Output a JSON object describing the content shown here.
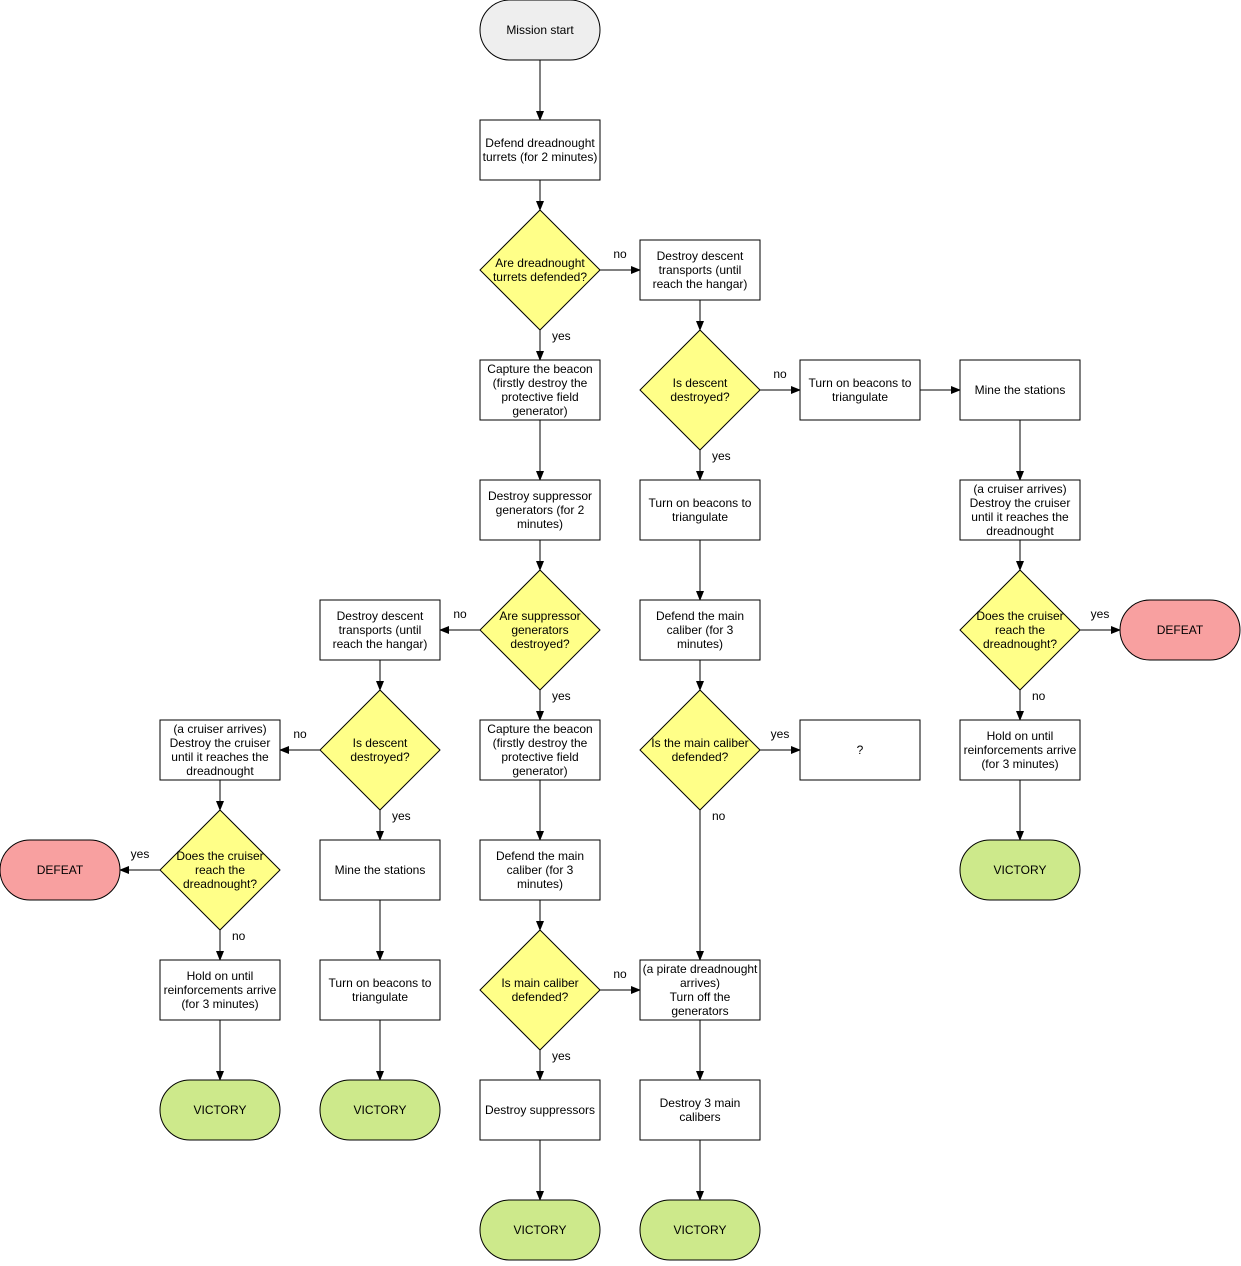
{
  "colors": {
    "process_fill": "#ffffff",
    "decision_fill": "#ffff88",
    "start_fill": "#eeeeee",
    "victory_fill": "#cde98b",
    "defeat_fill": "#f8a0a0",
    "stroke": "#000000"
  },
  "nodes": {
    "start": {
      "shape": "terminal",
      "kind": "start",
      "lines": [
        "Mission start"
      ]
    },
    "defend_turrets": {
      "shape": "process",
      "lines": [
        "Defend dreadnought",
        "turrets (for 2 minutes)"
      ]
    },
    "q_turrets": {
      "shape": "decision",
      "lines": [
        "Are dreadnought",
        "turrets defended?"
      ]
    },
    "capture_beacon_1": {
      "shape": "process",
      "lines": [
        "Capture the beacon",
        "(firstly destroy the",
        "protective field",
        "generator)"
      ]
    },
    "destroy_suppressor_gen": {
      "shape": "process",
      "lines": [
        "Destroy suppressor",
        "generators (for 2",
        "minutes)"
      ]
    },
    "q_suppressor": {
      "shape": "decision",
      "lines": [
        "Are suppressor",
        "generators",
        "destroyed?"
      ]
    },
    "capture_beacon_2": {
      "shape": "process",
      "lines": [
        "Capture the beacon",
        "(firstly destroy the",
        "protective field",
        "generator)"
      ]
    },
    "defend_caliber_left": {
      "shape": "process",
      "lines": [
        "Defend the main",
        "caliber (for 3",
        "minutes)"
      ]
    },
    "q_caliber_left": {
      "shape": "decision",
      "lines": [
        "Is main caliber",
        "defended?"
      ]
    },
    "destroy_suppressors": {
      "shape": "process",
      "lines": [
        "Destroy suppressors"
      ]
    },
    "victory_center": {
      "shape": "terminal",
      "kind": "victory",
      "lines": [
        "VICTORY"
      ]
    },
    "destroy_transports_right": {
      "shape": "process",
      "lines": [
        "Destroy descent",
        "transports (until",
        "reach the hangar)"
      ]
    },
    "q_descent_right": {
      "shape": "decision",
      "lines": [
        "Is descent",
        "destroyed?"
      ]
    },
    "beacons_mid": {
      "shape": "process",
      "lines": [
        "Turn on beacons to",
        "triangulate"
      ]
    },
    "defend_caliber_right": {
      "shape": "process",
      "lines": [
        "Defend the main",
        "caliber (for 3",
        "minutes)"
      ]
    },
    "q_caliber_right": {
      "shape": "decision",
      "lines": [
        "Is the main caliber",
        "defended?"
      ]
    },
    "unknown": {
      "shape": "process",
      "lines": [
        "?"
      ]
    },
    "pirate": {
      "shape": "process",
      "lines": [
        "(a pirate dreadnought",
        "arrives)",
        "Turn off the",
        "generators"
      ]
    },
    "destroy_calibers": {
      "shape": "process",
      "lines": [
        "Destroy 3 main",
        "calibers"
      ]
    },
    "victory_mid": {
      "shape": "terminal",
      "kind": "victory",
      "lines": [
        "VICTORY"
      ]
    },
    "beacons_right": {
      "shape": "process",
      "lines": [
        "Turn on beacons to",
        "triangulate"
      ]
    },
    "mine_right": {
      "shape": "process",
      "lines": [
        "Mine the stations"
      ]
    },
    "cruiser_right": {
      "shape": "process",
      "lines": [
        "(a cruiser arrives)",
        "Destroy the cruiser",
        "until it reaches the",
        "dreadnought"
      ]
    },
    "q_cruiser_right": {
      "shape": "decision",
      "lines": [
        "Does the cruiser",
        "reach the",
        "dreadnought?"
      ]
    },
    "defeat_right": {
      "shape": "terminal",
      "kind": "defeat",
      "lines": [
        "DEFEAT"
      ]
    },
    "hold_right": {
      "shape": "process",
      "lines": [
        "Hold on until",
        "reinforcements arrive",
        "(for 3 minutes)"
      ]
    },
    "victory_right": {
      "shape": "terminal",
      "kind": "victory",
      "lines": [
        "VICTORY"
      ]
    },
    "destroy_transports_left": {
      "shape": "process",
      "lines": [
        "Destroy descent",
        "transports (until",
        "reach the hangar)"
      ]
    },
    "q_descent_left": {
      "shape": "decision",
      "lines": [
        "Is descent",
        "destroyed?"
      ]
    },
    "mine_left": {
      "shape": "process",
      "lines": [
        "Mine the stations"
      ]
    },
    "beacons_left": {
      "shape": "process",
      "lines": [
        "Turn on beacons to",
        "triangulate"
      ]
    },
    "victory_left_b": {
      "shape": "terminal",
      "kind": "victory",
      "lines": [
        "VICTORY"
      ]
    },
    "cruiser_left": {
      "shape": "process",
      "lines": [
        "(a cruiser arrives)",
        "Destroy the cruiser",
        "until it reaches the",
        "dreadnought"
      ]
    },
    "q_cruiser_left": {
      "shape": "decision",
      "lines": [
        "Does the cruiser",
        "reach the",
        "dreadnought?"
      ]
    },
    "defeat_left": {
      "shape": "terminal",
      "kind": "defeat",
      "lines": [
        "DEFEAT"
      ]
    },
    "hold_left": {
      "shape": "process",
      "lines": [
        "Hold on until",
        "reinforcements arrive",
        "(for 3 minutes)"
      ]
    },
    "victory_left_a": {
      "shape": "terminal",
      "kind": "victory",
      "lines": [
        "VICTORY"
      ]
    }
  },
  "edges": [
    {
      "from": "start",
      "to": "defend_turrets",
      "label": ""
    },
    {
      "from": "defend_turrets",
      "to": "q_turrets",
      "label": ""
    },
    {
      "from": "q_turrets",
      "to": "capture_beacon_1",
      "label": "yes"
    },
    {
      "from": "q_turrets",
      "to": "destroy_transports_right",
      "label": "no"
    },
    {
      "from": "capture_beacon_1",
      "to": "destroy_suppressor_gen",
      "label": ""
    },
    {
      "from": "destroy_suppressor_gen",
      "to": "q_suppressor",
      "label": ""
    },
    {
      "from": "q_suppressor",
      "to": "capture_beacon_2",
      "label": "yes"
    },
    {
      "from": "q_suppressor",
      "to": "destroy_transports_left",
      "label": "no"
    },
    {
      "from": "capture_beacon_2",
      "to": "defend_caliber_left",
      "label": ""
    },
    {
      "from": "defend_caliber_left",
      "to": "q_caliber_left",
      "label": ""
    },
    {
      "from": "q_caliber_left",
      "to": "destroy_suppressors",
      "label": "yes"
    },
    {
      "from": "q_caliber_left",
      "to": "pirate",
      "label": "no"
    },
    {
      "from": "destroy_suppressors",
      "to": "victory_center",
      "label": ""
    },
    {
      "from": "destroy_transports_right",
      "to": "q_descent_right",
      "label": ""
    },
    {
      "from": "q_descent_right",
      "to": "beacons_mid",
      "label": "yes"
    },
    {
      "from": "q_descent_right",
      "to": "beacons_right",
      "label": "no"
    },
    {
      "from": "beacons_mid",
      "to": "defend_caliber_right",
      "label": ""
    },
    {
      "from": "defend_caliber_right",
      "to": "q_caliber_right",
      "label": ""
    },
    {
      "from": "q_caliber_right",
      "to": "unknown",
      "label": "yes"
    },
    {
      "from": "q_caliber_right",
      "to": "pirate",
      "label": "no"
    },
    {
      "from": "pirate",
      "to": "destroy_calibers",
      "label": ""
    },
    {
      "from": "destroy_calibers",
      "to": "victory_mid",
      "label": ""
    },
    {
      "from": "beacons_right",
      "to": "mine_right",
      "label": ""
    },
    {
      "from": "mine_right",
      "to": "cruiser_right",
      "label": ""
    },
    {
      "from": "cruiser_right",
      "to": "q_cruiser_right",
      "label": ""
    },
    {
      "from": "q_cruiser_right",
      "to": "defeat_right",
      "label": "yes"
    },
    {
      "from": "q_cruiser_right",
      "to": "hold_right",
      "label": "no"
    },
    {
      "from": "hold_right",
      "to": "victory_right",
      "label": ""
    },
    {
      "from": "destroy_transports_left",
      "to": "q_descent_left",
      "label": ""
    },
    {
      "from": "q_descent_left",
      "to": "mine_left",
      "label": "yes"
    },
    {
      "from": "q_descent_left",
      "to": "cruiser_left",
      "label": "no"
    },
    {
      "from": "mine_left",
      "to": "beacons_left",
      "label": ""
    },
    {
      "from": "beacons_left",
      "to": "victory_left_b",
      "label": ""
    },
    {
      "from": "cruiser_left",
      "to": "q_cruiser_left",
      "label": ""
    },
    {
      "from": "q_cruiser_left",
      "to": "defeat_left",
      "label": "yes"
    },
    {
      "from": "q_cruiser_left",
      "to": "hold_left",
      "label": "no"
    },
    {
      "from": "hold_left",
      "to": "victory_left_a",
      "label": ""
    }
  ]
}
